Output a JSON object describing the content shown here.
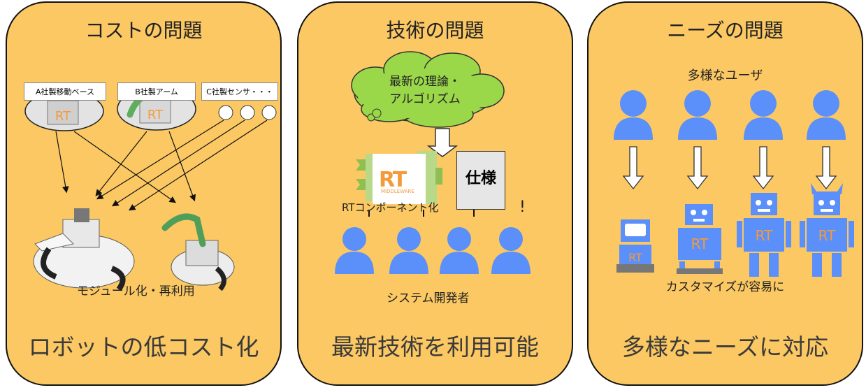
{
  "panels": [
    {
      "title": "コストの問題",
      "footer": "ロボットの低コスト化",
      "boxes": [
        "A社製移動ベース",
        "B社製アーム",
        "C社製センサ・・・"
      ],
      "caption": "モジュール化・再利用"
    },
    {
      "title": "技術の問題",
      "footer": "最新技術を利用可能",
      "cloud_line1": "最新の理論・",
      "cloud_line2": "アルゴリズム",
      "spec": "仕様",
      "rtc_label": "RTコンポーネント化",
      "rt_logo": "RT",
      "rt_logo_sub": "MIDDLEWARE",
      "developers": "システム開発者",
      "exclaim": "!"
    },
    {
      "title": "ニーズの問題",
      "footer": "多様なニーズに対応",
      "users": "多様なユーザ",
      "caption": "カスタマイズが容易に",
      "robot_logo": "RT"
    }
  ],
  "colors": {
    "panel_bg": "#fbc863",
    "person": "#5b8ff9",
    "robot": "#5b8ff9",
    "cloud": "#9ad84a",
    "rt_orange": "#f59a3a"
  }
}
